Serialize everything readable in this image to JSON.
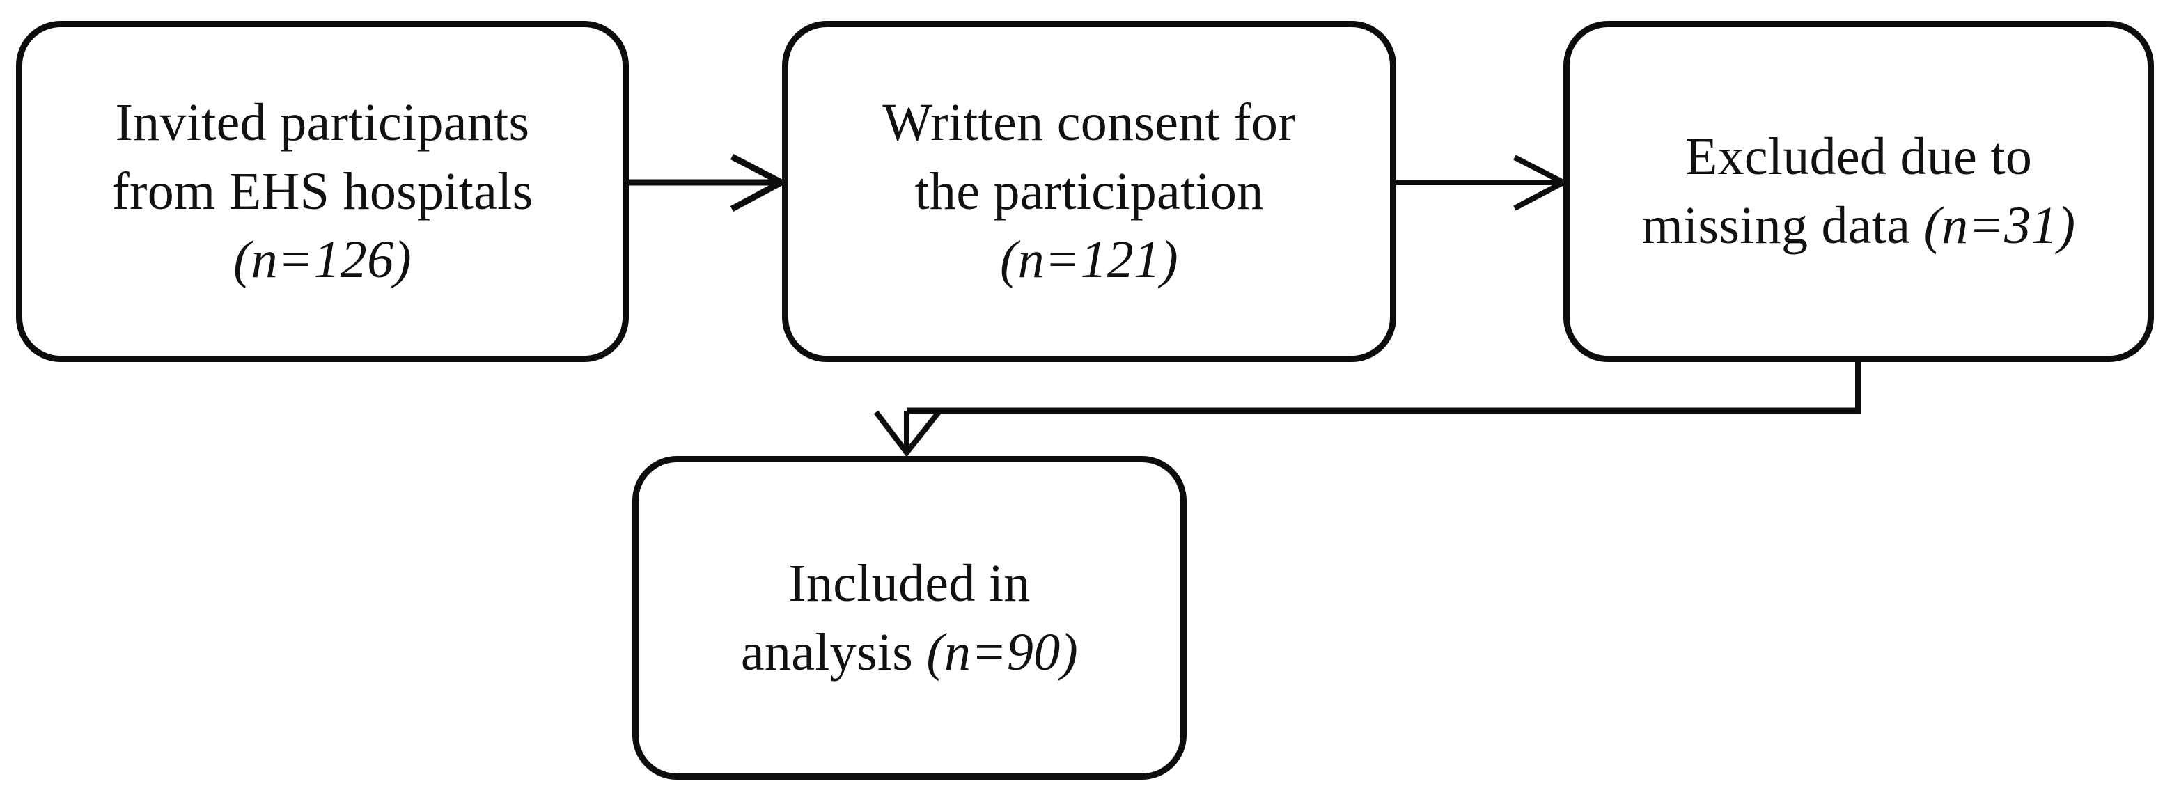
{
  "diagram": {
    "type": "flowchart",
    "orientation": "left-to-right-then-down",
    "background_color": "#ffffff",
    "stroke_color": "#0d0d0d",
    "text_color": "#111111",
    "nodes": [
      {
        "id": "invited",
        "name": "invited-participants-box",
        "line1": "Invited participants",
        "line2": "from EHS  hospitals",
        "count_label": "(n=126)",
        "n": 126,
        "text": "Invited participants\nfrom EHS  hospitals\n(n=126)"
      },
      {
        "id": "consent",
        "name": "written-consent-box",
        "line1": "Written consent for",
        "line2": "the participation",
        "count_label": "(n=121)",
        "n": 121,
        "text": "Written consent for\nthe participation\n(n=121)"
      },
      {
        "id": "excluded",
        "name": "excluded-missing-data-box",
        "line1": "Excluded due to",
        "line2": "missing data (n=31)",
        "count_label": "(n=31)",
        "n": 31,
        "text": "Excluded due to\nmissing data (n=31)"
      },
      {
        "id": "included",
        "name": "included-in-analysis-box",
        "line1": "Included in",
        "line2": "analysis (n=90)",
        "count_label": "(n=90)",
        "n": 90,
        "text": "Included in\nanalysis (n=90)"
      }
    ],
    "connectors": [
      {
        "id": "invited-to-consent",
        "name": "arrow-invited-to-consent",
        "from": "invited",
        "to": "consent",
        "style": "straight-horizontal",
        "arrowhead": "open-v"
      },
      {
        "id": "consent-to-excluded",
        "name": "arrow-consent-to-excluded",
        "from": "consent",
        "to": "excluded",
        "style": "straight-horizontal",
        "arrowhead": "open-v"
      },
      {
        "id": "excluded-to-included",
        "name": "arrow-excluded-to-included",
        "from": "excluded",
        "to": "included",
        "style": "elbow-down-left-down",
        "arrowhead": "open-v"
      }
    ]
  }
}
